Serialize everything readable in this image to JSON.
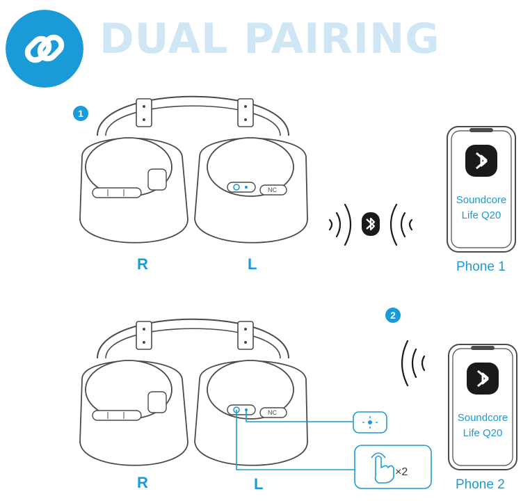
{
  "colors": {
    "accent": "#1a9ad6",
    "title_text": "#cfe6f4",
    "line": "#4a4a4a",
    "white": "#ffffff"
  },
  "header": {
    "icon": "link-icon",
    "title": "DUAL PAIRING"
  },
  "steps": [
    {
      "number": "1",
      "headphone_labels": {
        "right": "R",
        "left": "L"
      },
      "headphone_buttons": {
        "nc": "NC"
      },
      "signal": "bluetooth-icon",
      "phone": {
        "icon": "bluetooth-icon",
        "line1": "Soundcore",
        "line2": "Life Q20",
        "label": "Phone 1"
      }
    },
    {
      "number": "2",
      "headphone_labels": {
        "right": "R",
        "left": "L"
      },
      "headphone_buttons": {
        "nc": "NC"
      },
      "callout_buttons": [
        {
          "icon": "led-indicator-icon"
        },
        {
          "icon": "double-tap-icon",
          "text": "×2"
        }
      ],
      "phone": {
        "icon": "bluetooth-icon",
        "line1": "Soundcore",
        "line2": "Life Q20",
        "label": "Phone 2"
      }
    }
  ]
}
